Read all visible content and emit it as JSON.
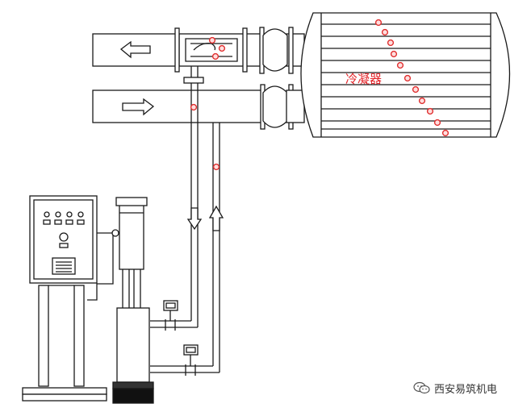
{
  "diagram": {
    "condenser_label": "冷凝器",
    "colors": {
      "line": "#1a1a1a",
      "fill": "#ffffff",
      "marker": "#e03030",
      "label": "#e4262b"
    },
    "flow_arrows": [
      "left-arrow-return-pipe",
      "right-arrow-supply-pipe",
      "down-arrow-return-riser",
      "up-arrow-supply-riser"
    ]
  },
  "watermark": {
    "text": "西安易筑机电",
    "icon": "wechat-icon"
  }
}
